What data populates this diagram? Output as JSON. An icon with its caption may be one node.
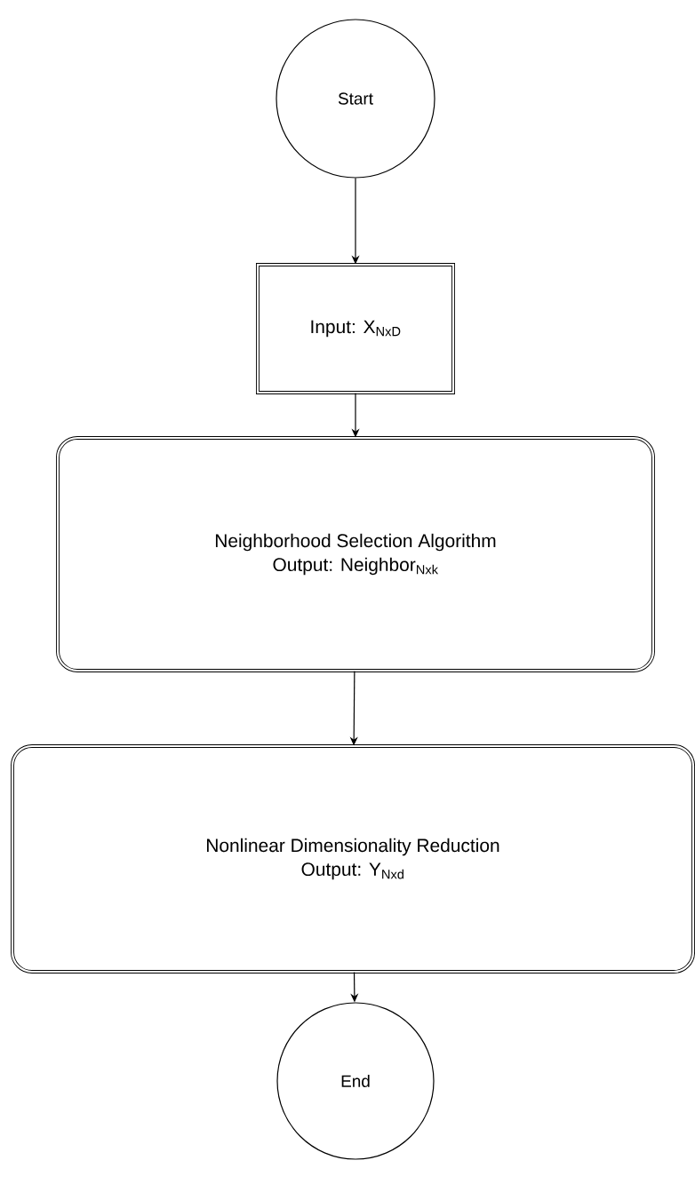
{
  "diagram": {
    "nodes": [
      {
        "text": [
          "Start"
        ]
      },
      {
        "text": [
          "Input: X$_{NxD}$"
        ]
      },
      {
        "text": [
          "Neighborhood Selection Algorithm",
          "Output: Neighbor$_{Nxk}$"
        ]
      },
      {
        "text": [
          "Nonlinear Dimensionality Reduction",
          "Output: Y$_{Nxd}$"
        ]
      },
      {
        "text": [
          "End"
        ]
      }
    ],
    "edges": [
      {
        "from": 0,
        "to": 1,
        "arrow": "to"
      },
      {
        "from": 1,
        "to": 2,
        "arrow": "to"
      },
      {
        "from": 2,
        "to": 3,
        "arrow": "to"
      },
      {
        "from": 3,
        "to": 4,
        "arrow": "to"
      }
    ]
  }
}
